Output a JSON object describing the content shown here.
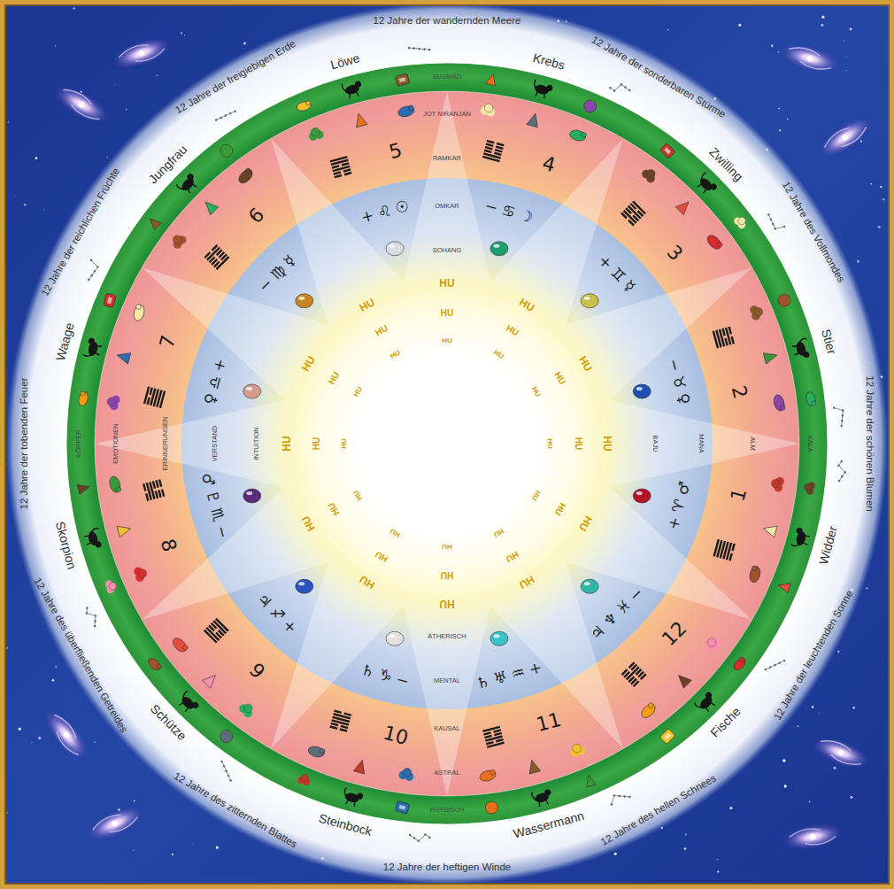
{
  "diagram": {
    "labels": [
      "Löwe",
      "Krebs",
      "Zwilling",
      "Stier",
      "Widder",
      "Fische",
      "Wassermann",
      "Steinbock",
      "Schütze",
      "Skorpion",
      "Waage",
      "Jungfrau",
      "12 Jahre der wandernden Meere",
      "12 Jahre der sonderbaren Stürme",
      "12 Jahre des Vollmondes",
      "12 Jahre der schönen Blumen",
      "12 Jahre der leuchtenden Sonne",
      "12 Jahre des hellen Schnees",
      "12 Jahre der heftigen Winde",
      "12 Jahre des zitternden Blattes",
      "12 Jahre des überfließenden Getreides",
      "12 Jahre der tobenden Feuer",
      "12 Jahre der reichlichen Früchte",
      "12 Jahre der freigiebigen Erde",
      "5",
      "4",
      "3",
      "2",
      "1",
      "12",
      "11",
      "10",
      "9",
      "8",
      "7",
      "6",
      "+ ♌ ☉",
      "− ♋ ☽",
      "+ ♊ ☿",
      "− ♉ ♀",
      "+ ♈ ♂",
      "♃ ♆ ♓ −",
      "♄ ♅ ♒ +",
      "♄ ♑ −",
      "♃ ♐ +",
      "♂ ♇ ♏ −",
      "♀ ♎ +",
      "− ♍ ☿",
      "SUGMAD",
      "JOT NIRANJAN",
      "RAMKAR",
      "OMKAR",
      "SOHANG",
      "KALA",
      "ALM",
      "MANA",
      "BAJU",
      "PHYSISCH",
      "ASTRAL",
      "KAUSAL",
      "MENTAL",
      "ÄTHERISCH",
      "KÖRPER",
      "EMOTIONEN",
      "ERINNERUNGEN",
      "VERSTAND",
      "INTUITION",
      "HU",
      "HU",
      "HU",
      "HU",
      "HU",
      "HU",
      "HU",
      "HU",
      "HU",
      "HU",
      "HU",
      "HU",
      "HU",
      "HU",
      "HU",
      "HU",
      "HU",
      "HU",
      "HU",
      "HU",
      "HU",
      "HU",
      "HU",
      "HU",
      "HU",
      "HU",
      "HU",
      "HU",
      "HU",
      "HU",
      "HU",
      "HU",
      "HU",
      "HU",
      "HU",
      "HU"
    ]
  }
}
